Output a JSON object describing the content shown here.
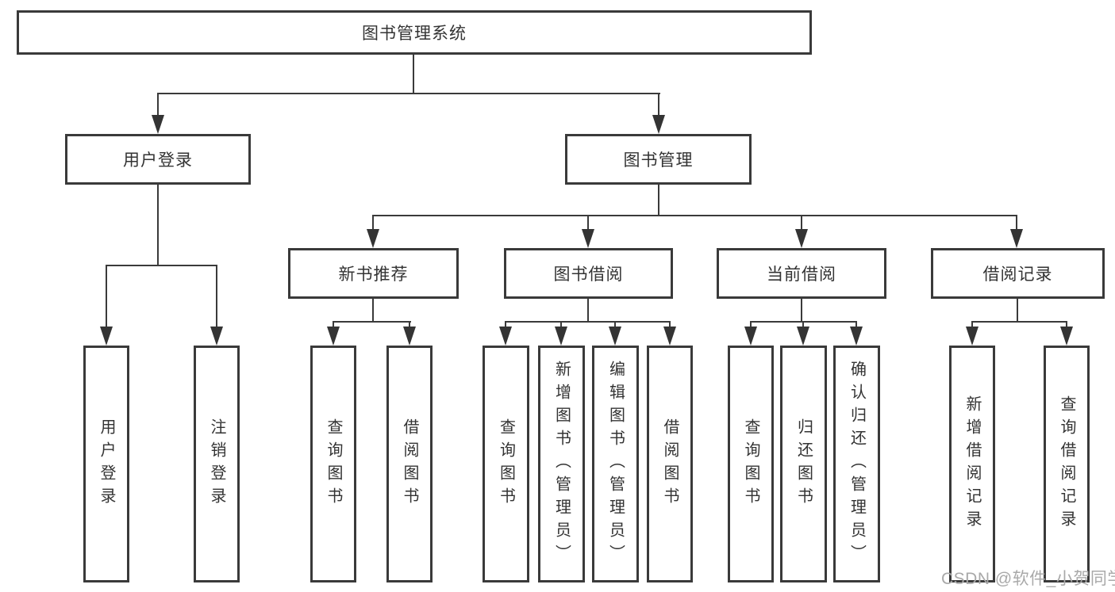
{
  "root": {
    "label": "图书管理系统"
  },
  "branches": {
    "user_login": {
      "label": "用户登录",
      "children": [
        {
          "label": "用户登录"
        },
        {
          "label": "注销登录"
        }
      ]
    },
    "book_management": {
      "label": "图书管理",
      "sections": [
        {
          "label": "新书推荐",
          "children": [
            {
              "label": "查询图书"
            },
            {
              "label": "借阅图书"
            }
          ]
        },
        {
          "label": "图书借阅",
          "children": [
            {
              "label": "查询图书"
            },
            {
              "label": "新增图书（管理员）"
            },
            {
              "label": "编辑图书（管理员）"
            },
            {
              "label": "借阅图书"
            }
          ]
        },
        {
          "label": "当前借阅",
          "children": [
            {
              "label": "查询图书"
            },
            {
              "label": "归还图书"
            },
            {
              "label": "确认归还（管理员）"
            }
          ]
        },
        {
          "label": "借阅记录",
          "children": [
            {
              "label": "新增借阅记录"
            },
            {
              "label": "查询借阅记录"
            }
          ]
        }
      ]
    }
  },
  "colors": {
    "line": "#3a3a3a",
    "text": "#333333",
    "watermark": "#a9a9a9",
    "background": "#ffffff"
  },
  "watermark": {
    "text": "CSDN @软件_小贺同学"
  }
}
